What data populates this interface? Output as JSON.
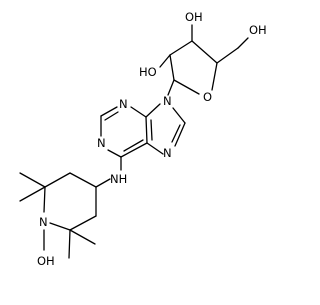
{
  "colors": {
    "bond": "#000000",
    "heteroatom_label": "#000000",
    "background": "#ffffff"
  },
  "atom_labels": {
    "ring_oxygen": "O",
    "oh_c3": "OH",
    "ho_c2": "HO",
    "oh_ch2": "OH",
    "n9": "N",
    "n7": "N",
    "n3": "N",
    "n1": "N",
    "nh": "NH",
    "n_pip": "N",
    "o_pip": "OH"
  }
}
